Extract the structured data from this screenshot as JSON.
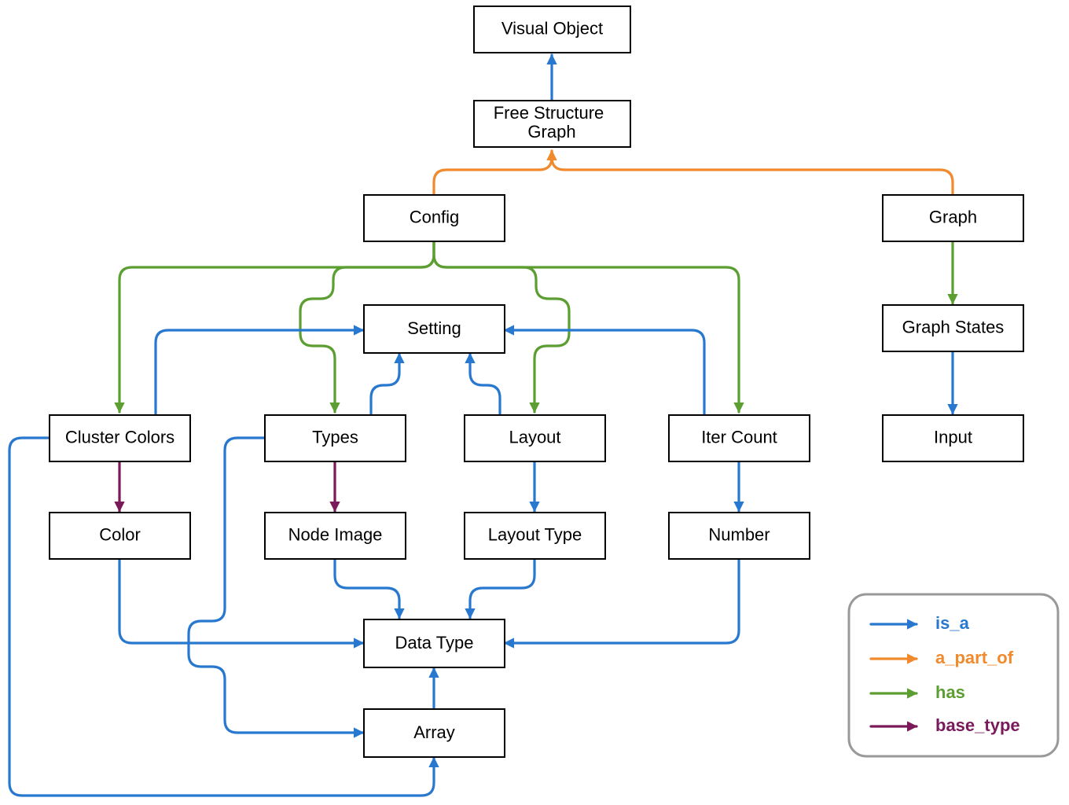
{
  "colors": {
    "is_a": "#2878d0",
    "a_part_of": "#f08a2d",
    "has": "#5c9e32",
    "base_type": "#7a1a5a"
  },
  "nodes": {
    "visual_object": "Visual Object",
    "free_structure_graph_line1": "Free Structure",
    "free_structure_graph_line2": "Graph",
    "config": "Config",
    "graph": "Graph",
    "setting": "Setting",
    "graph_states": "Graph States",
    "cluster_colors": "Cluster Colors",
    "types": "Types",
    "layout": "Layout",
    "iter_count": "Iter Count",
    "input": "Input",
    "color": "Color",
    "node_image": "Node Image",
    "layout_type": "Layout Type",
    "number": "Number",
    "data_type": "Data Type",
    "array": "Array"
  },
  "legend": {
    "is_a": "is_a",
    "a_part_of": "a_part_of",
    "has": "has",
    "base_type": "base_type"
  }
}
